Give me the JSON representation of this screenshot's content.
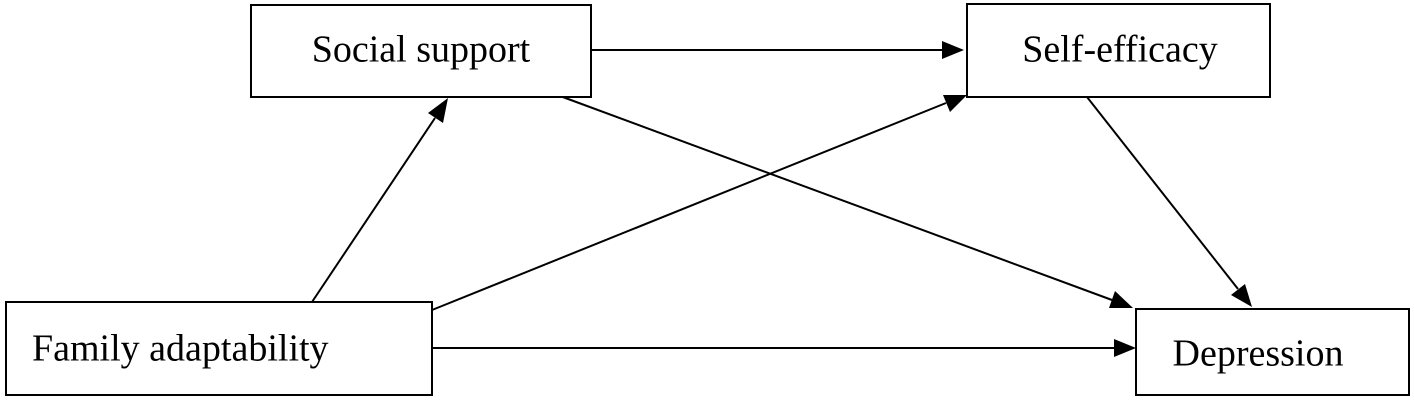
{
  "nodes": {
    "social_support": {
      "label": "Social support"
    },
    "self_efficacy": {
      "label": "Self-efficacy"
    },
    "family_adaptability": {
      "label": "Family adaptability"
    },
    "depression": {
      "label": "Depression"
    }
  },
  "edges": [
    {
      "from": "family_adaptability",
      "to": "social_support"
    },
    {
      "from": "family_adaptability",
      "to": "self_efficacy"
    },
    {
      "from": "family_adaptability",
      "to": "depression"
    },
    {
      "from": "social_support",
      "to": "self_efficacy"
    },
    {
      "from": "social_support",
      "to": "depression"
    },
    {
      "from": "self_efficacy",
      "to": "depression"
    }
  ],
  "colors": {
    "stroke": "#000000",
    "background": "#ffffff"
  }
}
